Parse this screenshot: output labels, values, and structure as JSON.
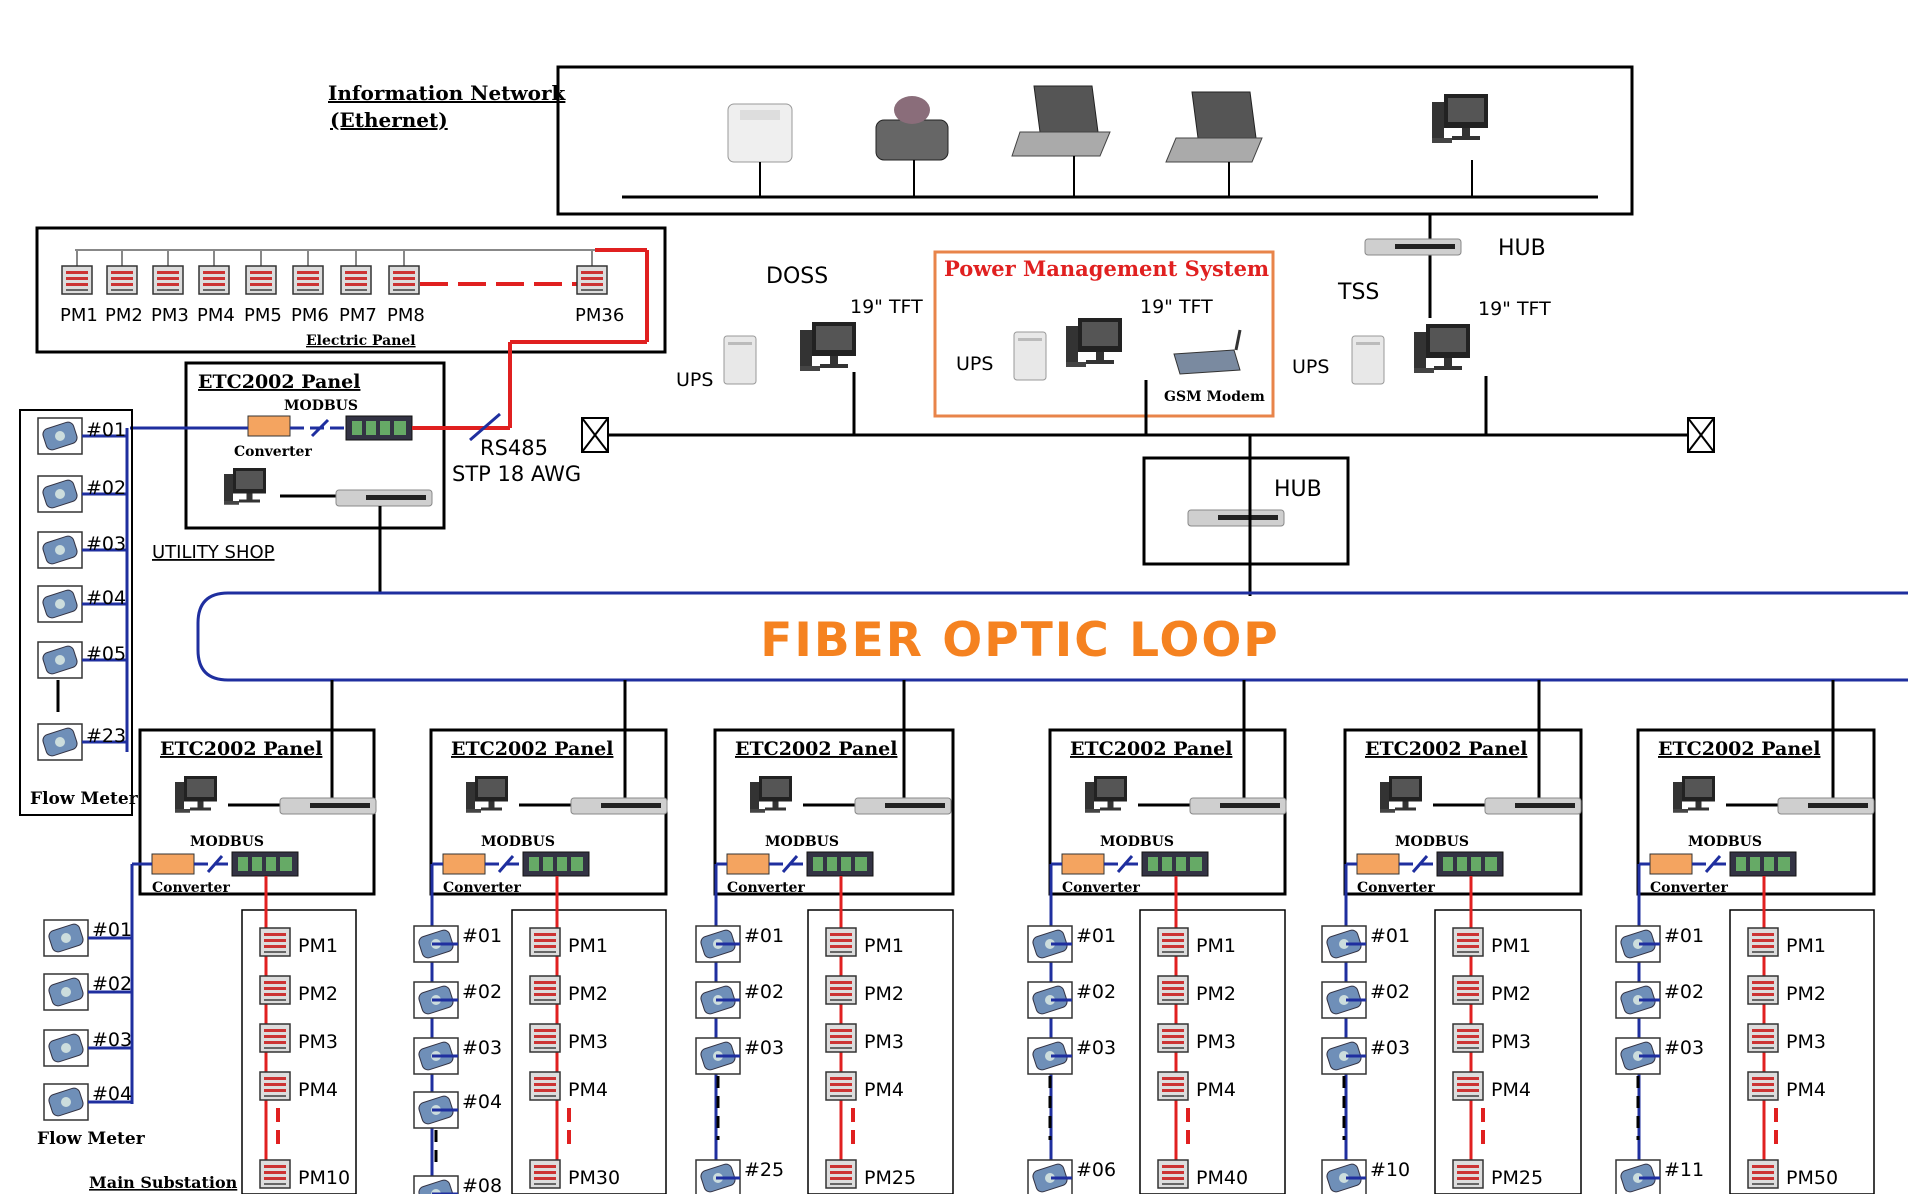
{
  "colors": {
    "fiber": "#1f2f9f",
    "modbus_line": "#1f2f9f",
    "electric_line": "#e02020",
    "pms_border": "#e8844a",
    "pms_title": "#e02020",
    "fiber_text": "#f58220"
  },
  "info_network": {
    "title_line1": "Information Network",
    "title_line2": "(Ethernet)"
  },
  "hub_top": "HUB",
  "hub_center": "HUB",
  "doss": {
    "label": "DOSS",
    "tft": "19\" TFT",
    "ups": "UPS"
  },
  "pms": {
    "title": "Power Management System",
    "tft": "19\" TFT",
    "ups": "UPS",
    "modem": "GSM Modem"
  },
  "tss": {
    "label": "TSS",
    "tft": "19\" TFT",
    "ups": "UPS"
  },
  "electric_panel": {
    "meters": [
      "PM1",
      "PM2",
      "PM3",
      "PM4",
      "PM5",
      "PM6",
      "PM7",
      "PM8",
      "PM36"
    ],
    "caption": "Electric Panel"
  },
  "utility_panel": {
    "title": "ETC2002 Panel",
    "modbus": "MODBUS",
    "converter": "Converter",
    "shop": "UTILITY SHOP",
    "rs485_line1": "RS485",
    "rs485_line2": "STP 18 AWG"
  },
  "flow_meter_top": {
    "items": [
      "#01",
      "#02",
      "#03",
      "#04",
      "#05",
      "#23"
    ],
    "caption": "Flow Meter"
  },
  "fiber_loop": "FIBER  OPTIC  LOOP",
  "substations": [
    {
      "title": "ETC2002 Panel",
      "modbus": "MODBUS",
      "converter": "Converter",
      "flows": [
        "#01",
        "#02",
        "#03",
        "#04"
      ],
      "pms": [
        "PM1",
        "PM2",
        "PM3",
        "PM4",
        "PM10"
      ]
    },
    {
      "title": "ETC2002 Panel",
      "modbus": "MODBUS",
      "converter": "Converter",
      "flows": [
        "#01",
        "#02",
        "#03",
        "#04",
        "#08"
      ],
      "pms": [
        "PM1",
        "PM2",
        "PM3",
        "PM4",
        "PM30"
      ]
    },
    {
      "title": "ETC2002 Panel",
      "modbus": "MODBUS",
      "converter": "Converter",
      "flows": [
        "#01",
        "#02",
        "#03",
        "#25"
      ],
      "pms": [
        "PM1",
        "PM2",
        "PM3",
        "PM4",
        "PM25"
      ]
    },
    {
      "title": "ETC2002 Panel",
      "modbus": "MODBUS",
      "converter": "Converter",
      "flows": [
        "#01",
        "#02",
        "#03",
        "#06"
      ],
      "pms": [
        "PM1",
        "PM2",
        "PM3",
        "PM4",
        "PM40"
      ]
    },
    {
      "title": "ETC2002 Panel",
      "modbus": "MODBUS",
      "converter": "Converter",
      "flows": [
        "#01",
        "#02",
        "#03",
        "#10"
      ],
      "pms": [
        "PM1",
        "PM2",
        "PM3",
        "PM4",
        "PM25"
      ]
    },
    {
      "title": "ETC2002 Panel",
      "modbus": "MODBUS",
      "converter": "Converter",
      "flows": [
        "#01",
        "#02",
        "#03",
        "#11"
      ],
      "pms": [
        "PM1",
        "PM2",
        "PM3",
        "PM4",
        "PM50"
      ]
    }
  ],
  "main_substation": {
    "flow_caption": "Flow Meter",
    "caption": "Main Substation"
  }
}
